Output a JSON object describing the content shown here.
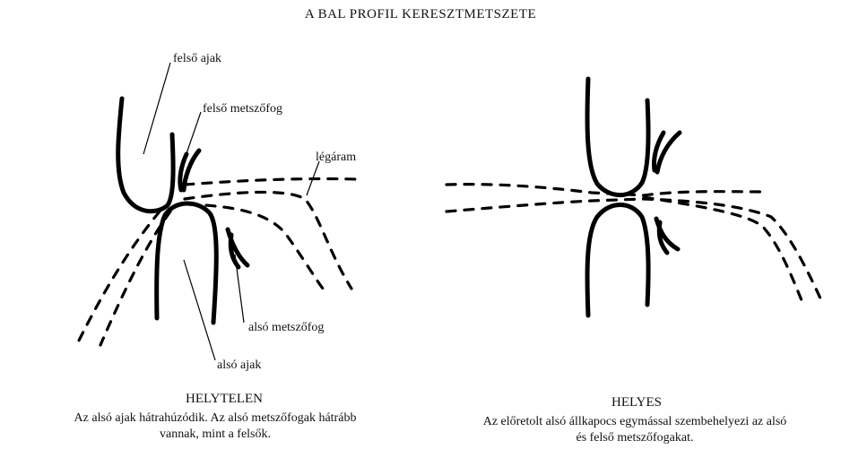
{
  "title": "A BAL PROFIL KERESZTMETSZETE",
  "left_figure": {
    "labels": {
      "upper_lip": "felső ajak",
      "upper_incisor": "felső metszőfog",
      "airflow": "légáram",
      "lower_incisor": "alsó metszőfog",
      "lower_lip": "alsó ajak"
    },
    "caption_title": "HELYTELEN",
    "caption_line1": "Az alsó ajak hátrahúzódik. Az alsó metszőfogak hátrább",
    "caption_line2": "vannak, mint a felsők."
  },
  "right_figure": {
    "caption_title": "HELYES",
    "caption_line1": "Az előretolt alsó állkapocs egymással szembehelyezi az alsó",
    "caption_line2": "és felső metszőfogakat."
  }
}
